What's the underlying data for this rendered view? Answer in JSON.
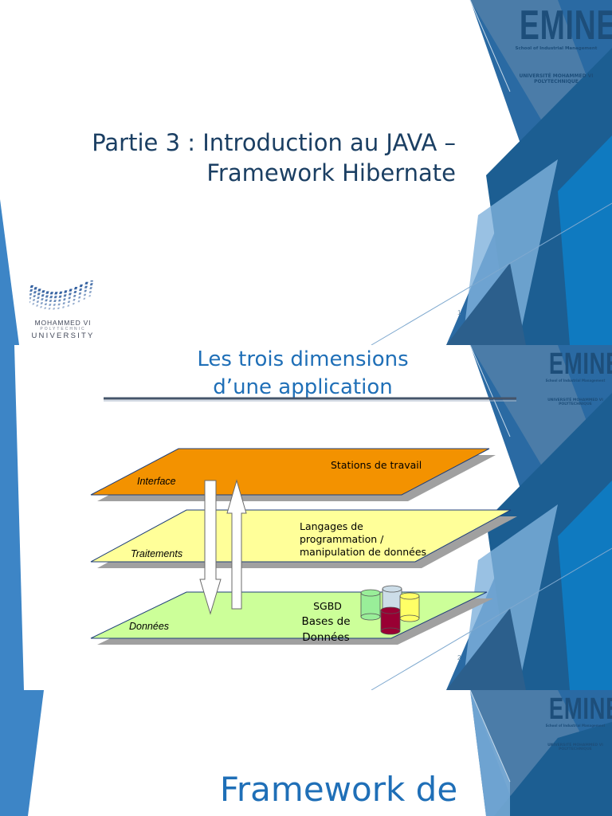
{
  "slides": [
    {
      "number": "1",
      "title_line1": "Partie 3 : Introduction au JAVA –",
      "title_line2": "Framework Hibernate",
      "logo": {
        "name": "EMINES",
        "subtitle": "School of Industrial Management",
        "university_line1": "UNIVERSITÉ MOHAMMED VI",
        "university_line2": "POLYTECHNIQUE"
      },
      "university_logo": {
        "line1": "MOHAMMED VI",
        "line2": "POLYTECHNIC",
        "line3": "UNIVERSITY"
      }
    },
    {
      "number": "2",
      "title_line1": "Les trois dimensions",
      "title_line2": "d’une application",
      "logo": {
        "name": "EMINES",
        "subtitle": "School of Industrial Management",
        "university_line1": "UNIVERSITÉ MOHAMMED VI",
        "university_line2": "POLYTECHNIQUE"
      },
      "diagram": {
        "layers": [
          {
            "label": "Interface",
            "description": [
              "Stations de travail"
            ],
            "color": "#f39200"
          },
          {
            "label": "Traitements",
            "description": [
              "Langages de",
              "programmation /",
              "manipulation de données"
            ],
            "color": "#ffff99"
          },
          {
            "label": "Données",
            "description": [
              "SGBD"
            ],
            "sub_description": [
              "Bases de",
              "Données"
            ],
            "color": "#ccff99"
          }
        ],
        "cylinder_colors": [
          "#99ee99",
          "#ccdde8",
          "#990033",
          "#ffff66"
        ]
      }
    },
    {
      "title_line1": "Framework de",
      "logo": {
        "name": "EMINES",
        "subtitle": "School of Industrial Management",
        "university_line1": "UNIVERSITÉ MOHAMMED VI",
        "university_line2": "POLYTECHNIQUE"
      }
    }
  ],
  "colors": {
    "title_dark": "#1b3f63",
    "title_blue": "#1f6fb7",
    "logo": "#1d4e7a",
    "deco_dark": "#1c5e92",
    "deco_mid": "#2f7fc0",
    "deco_light": "#7fb1dc"
  }
}
